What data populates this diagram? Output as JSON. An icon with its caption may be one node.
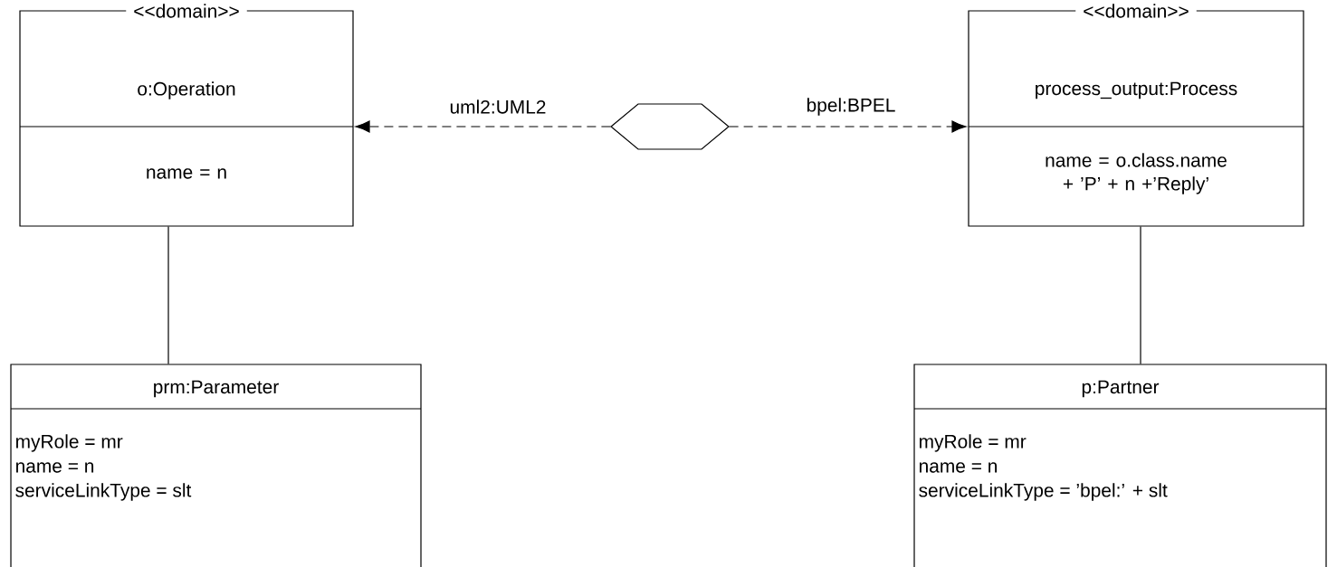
{
  "diagram": {
    "nodes": [
      {
        "text": [
          "<<domain>>",
          "o:Operation",
          "name = n"
        ]
      },
      {
        "text": [],
        "shape": "hexagon"
      },
      {
        "text": [
          "<<domain>>",
          "process_output:Process",
          "name = o.class.name + ’P’ + n +’Reply’"
        ]
      },
      {
        "text": [
          "prm:Parameter",
          "myRole = mr",
          "name = n",
          "serviceLinkType = slt"
        ]
      },
      {
        "text": [
          "p:Partner",
          "myRole = mr",
          "name = n",
          "serviceLinkType = ’bpel:’ + slt"
        ]
      }
    ],
    "edges": [
      {
        "from": 1,
        "to": 0,
        "arrow": "to",
        "style": "dashed",
        "label": "uml2:UML2"
      },
      {
        "from": 1,
        "to": 2,
        "arrow": "to",
        "style": "dashed",
        "label": "bpel:BPEL"
      },
      {
        "from": 0,
        "to": 3,
        "arrow": "none"
      },
      {
        "from": 2,
        "to": 4,
        "arrow": "none"
      }
    ]
  }
}
